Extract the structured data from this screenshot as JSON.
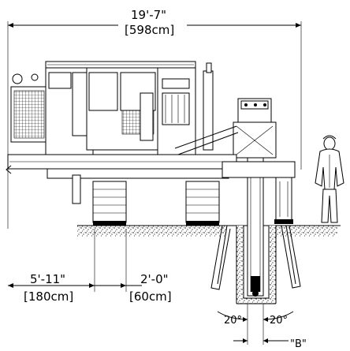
{
  "dimensions": {
    "overall_width_ft": "19'-7\"",
    "overall_width_cm": "[598cm]",
    "track_offset_ft": "5'-11\"",
    "track_offset_cm": "[180cm]",
    "track_width_ft": "2'-0\"",
    "track_width_cm": "[60cm]",
    "angle_left": "20°",
    "angle_right": "20°",
    "detail_label": "\"B\""
  },
  "colors": {
    "line": "#000000",
    "background": "#ffffff"
  }
}
